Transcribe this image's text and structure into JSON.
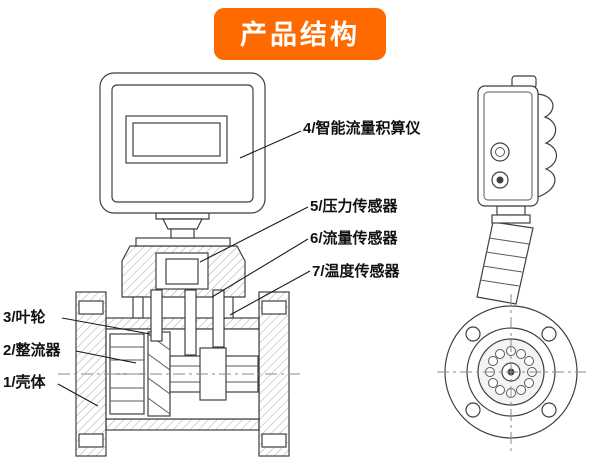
{
  "title": "产品结构",
  "labels": [
    {
      "num": "4",
      "text": "4/智能流量积算仪"
    },
    {
      "num": "5",
      "text": "5/压力传感器"
    },
    {
      "num": "6",
      "text": "6/流量传感器"
    },
    {
      "num": "7",
      "text": "7/温度传感器"
    },
    {
      "num": "3",
      "text": "3/叶轮"
    },
    {
      "num": "2",
      "text": "2/整流器"
    },
    {
      "num": "1",
      "text": "1/壳体"
    }
  ],
  "colors": {
    "banner_bg": "#ff6a00",
    "banner_text": "#ffffff",
    "line": "#3f3f3f",
    "background": "#ffffff"
  }
}
